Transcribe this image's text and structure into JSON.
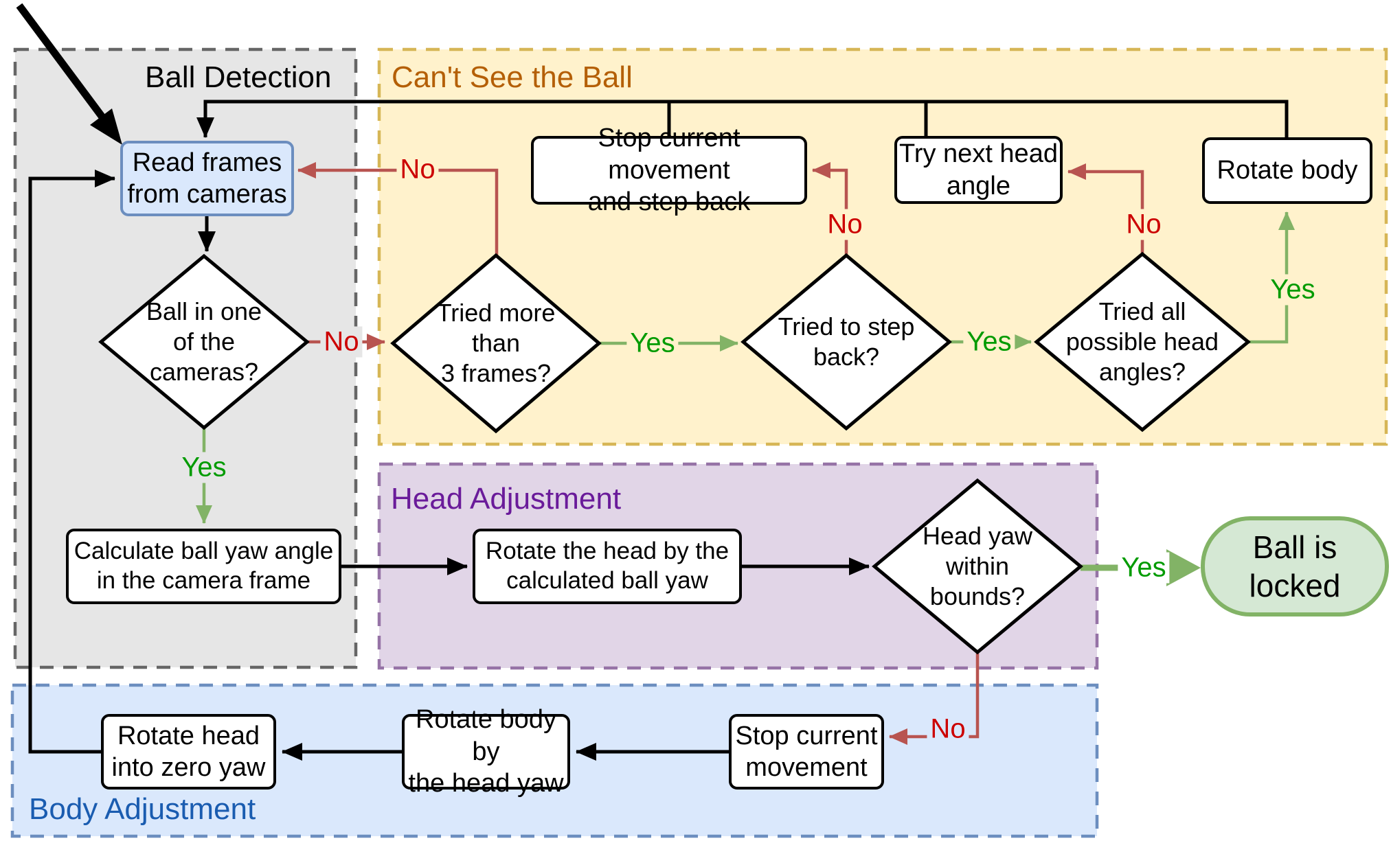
{
  "diagram": {
    "regions": {
      "ball_detection": {
        "label": "Ball Detection",
        "fill": "#e6e6e6",
        "border": "#666666",
        "text_color": "#000000"
      },
      "cant_see_ball": {
        "label": "Can't See the Ball",
        "fill": "#fff2cc",
        "border": "#d6b656",
        "text_color": "#b45f06"
      },
      "head_adjustment": {
        "label": "Head Adjustment",
        "fill": "#e1d5e7",
        "border": "#9673a6",
        "text_color": "#6a1b9a"
      },
      "body_adjustment": {
        "label": "Body Adjustment",
        "fill": "#dae8fc",
        "border": "#6c8ebf",
        "text_color": "#1a5cb0"
      }
    },
    "nodes": {
      "read_frames": {
        "label": "Read frames\nfrom cameras",
        "fill": "#dae8fc",
        "border": "#6c8ebf"
      },
      "stop_step_back": {
        "label": "Stop current movement\nand step back",
        "fill": "#ffffff",
        "border": "#000000"
      },
      "try_next_head": {
        "label": "Try next head\nangle",
        "fill": "#ffffff",
        "border": "#000000"
      },
      "rotate_body": {
        "label": "Rotate body",
        "fill": "#ffffff",
        "border": "#000000"
      },
      "calc_ball_yaw": {
        "label": "Calculate ball yaw angle\nin the camera frame",
        "fill": "#ffffff",
        "border": "#000000"
      },
      "rotate_head_by": {
        "label": "Rotate the head by the\ncalculated ball yaw",
        "fill": "#ffffff",
        "border": "#000000"
      },
      "ball_locked": {
        "label": "Ball is locked",
        "fill": "#d5e8d4",
        "border": "#82b366"
      },
      "rotate_head_zero": {
        "label": "Rotate head\ninto zero yaw",
        "fill": "#ffffff",
        "border": "#000000"
      },
      "rotate_body_by": {
        "label": "Rotate body by\nthe head yaw",
        "fill": "#ffffff",
        "border": "#000000"
      },
      "stop_current": {
        "label": "Stop current\nmovement",
        "fill": "#ffffff",
        "border": "#000000"
      }
    },
    "decisions": {
      "ball_in_cameras": {
        "label": "Ball in one\nof the\ncameras?"
      },
      "tried_3_frames": {
        "label": "Tried more\nthan\n3 frames?"
      },
      "tried_step_back": {
        "label": "Tried to step\nback?"
      },
      "tried_all_head": {
        "label": "Tried all\npossible head\nangles?"
      },
      "head_yaw_bounds": {
        "label": "Head yaw\nwithin\nbounds?"
      }
    },
    "edge_labels": {
      "ball_in_cameras_no": "No",
      "ball_in_cameras_yes": "Yes",
      "tried_3_frames_no": "No",
      "tried_3_frames_yes": "Yes",
      "tried_step_back_no": "No",
      "tried_step_back_yes": "Yes",
      "tried_all_head_no": "No",
      "tried_all_head_yes": "Yes",
      "head_yaw_bounds_yes": "Yes",
      "head_yaw_bounds_no": "No"
    },
    "colors": {
      "yes_label_text": "#009b00",
      "no_label_text": "#cc0000",
      "yes_line": "#82b366",
      "no_line": "#b85450",
      "black_line": "#000000"
    }
  }
}
